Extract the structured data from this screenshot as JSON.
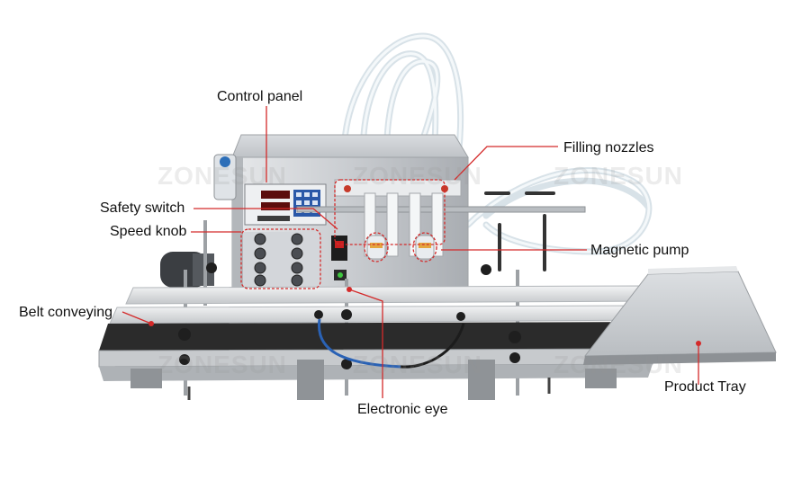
{
  "callouts": {
    "control_panel": "Control panel",
    "safety_switch": "Safety switch",
    "speed_knob": "Speed knob",
    "belt_conveying": "Belt conveying",
    "filling_nozzles": "Filling nozzles",
    "magnetic_pump": "Magnetic pump",
    "electronic_eye": "Electronic eye",
    "product_tray": "Product Tray"
  },
  "watermark": "ZONESUN",
  "colors": {
    "callout_line": "#d42a2a",
    "steel": "#c9ccd0",
    "belt": "#2b2b2b",
    "tube": "#e8eef2"
  }
}
